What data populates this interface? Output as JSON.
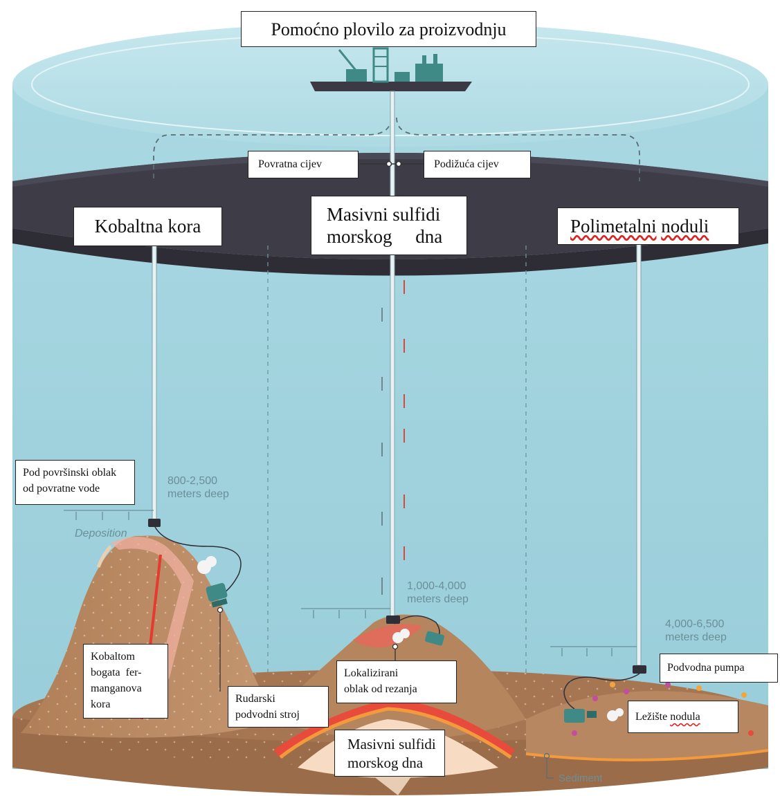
{
  "title": "Pomoćno plovilo za proizvodnju",
  "pipes": {
    "return_pipe": "Povratna cijev",
    "lift_pipe": "Podižuća cijev"
  },
  "zones": {
    "left": "Kobaltna kora",
    "center_line1": "Masivni sulfidi",
    "center_line2": "morskog     dna",
    "right_part1": "Polimetalni",
    "right_part2": "noduli"
  },
  "labels": {
    "plume_line1": "Pod površinski oblak",
    "plume_line2": "od povratne vode",
    "crust_line1": "Kobaltom",
    "crust_line2": "bogata  fer-",
    "crust_line3": "manganova",
    "crust_line4": "kora",
    "miner_line1": "Rudarski",
    "miner_line2": "podvodni stroj",
    "cutting_line1": "Lokalizirani",
    "cutting_line2": "oblak od rezanja",
    "pump": "Podvodna pumpa",
    "deposit_part1": "Ležište",
    "deposit_part2": "nodula",
    "sulfide_line1": "Masivni sulfidi",
    "sulfide_line2": "morskog dna"
  },
  "depths": {
    "left_range": "800-2,500",
    "center_range": "1,000-4,000",
    "right_range": "4,000-6,500",
    "unit": "meters deep"
  },
  "annotations": {
    "deposition": "Deposition",
    "sediment": "Sediment"
  },
  "colors": {
    "water": "#a6d6e0",
    "water_top": "#bfe4ec",
    "band": "#3b3b45",
    "seafloor": "#b98a63",
    "crust": "#e8382f",
    "machine": "#3f8a86"
  }
}
